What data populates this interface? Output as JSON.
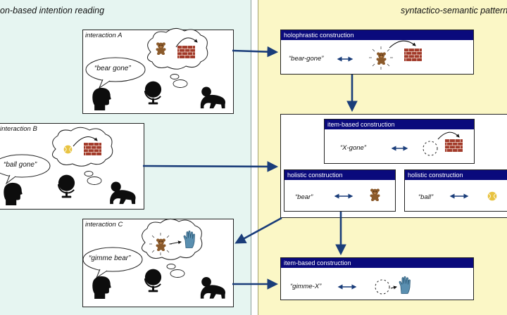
{
  "panels": {
    "left_title": "on-based intention reading",
    "right_title": "syntactico-semantic pattern f"
  },
  "interactions": [
    {
      "label": "interaction A",
      "utterance": "“bear gone”"
    },
    {
      "label": "interaction B",
      "utterance": "“ball gone”"
    },
    {
      "label": "interaction C",
      "utterance": "“gimme bear”"
    }
  ],
  "constructions": {
    "holophrastic": {
      "title": "holophrastic construction",
      "form": "“bear-gone”"
    },
    "item_based_gone": {
      "title": "item-based construction",
      "form": "“X-gone”"
    },
    "holistic_bear": {
      "title": "holistic construction",
      "form": "“bear”"
    },
    "holistic_ball": {
      "title": "holistic construction",
      "form": "“ball”"
    },
    "item_based_gimme": {
      "title": "item-based construction",
      "form": "“gimme-X”"
    }
  },
  "colors": {
    "left_panel": "#e6f5f1",
    "right_panel": "#fbf7c6",
    "header": "#0a0a7c",
    "arrow": "#1a3d7a",
    "bear": "#8b5a2b",
    "brick": "#a23a2a",
    "ball": "#e8c341",
    "hand": "#5a8fb0"
  },
  "icons": [
    "bear-icon",
    "brick-wall-icon",
    "ball-icon",
    "hand-icon",
    "globe-icon",
    "head-silhouette-icon",
    "baby-silhouette-icon",
    "thought-cloud-icon",
    "speech-bubble-icon",
    "empty-slot-icon"
  ]
}
